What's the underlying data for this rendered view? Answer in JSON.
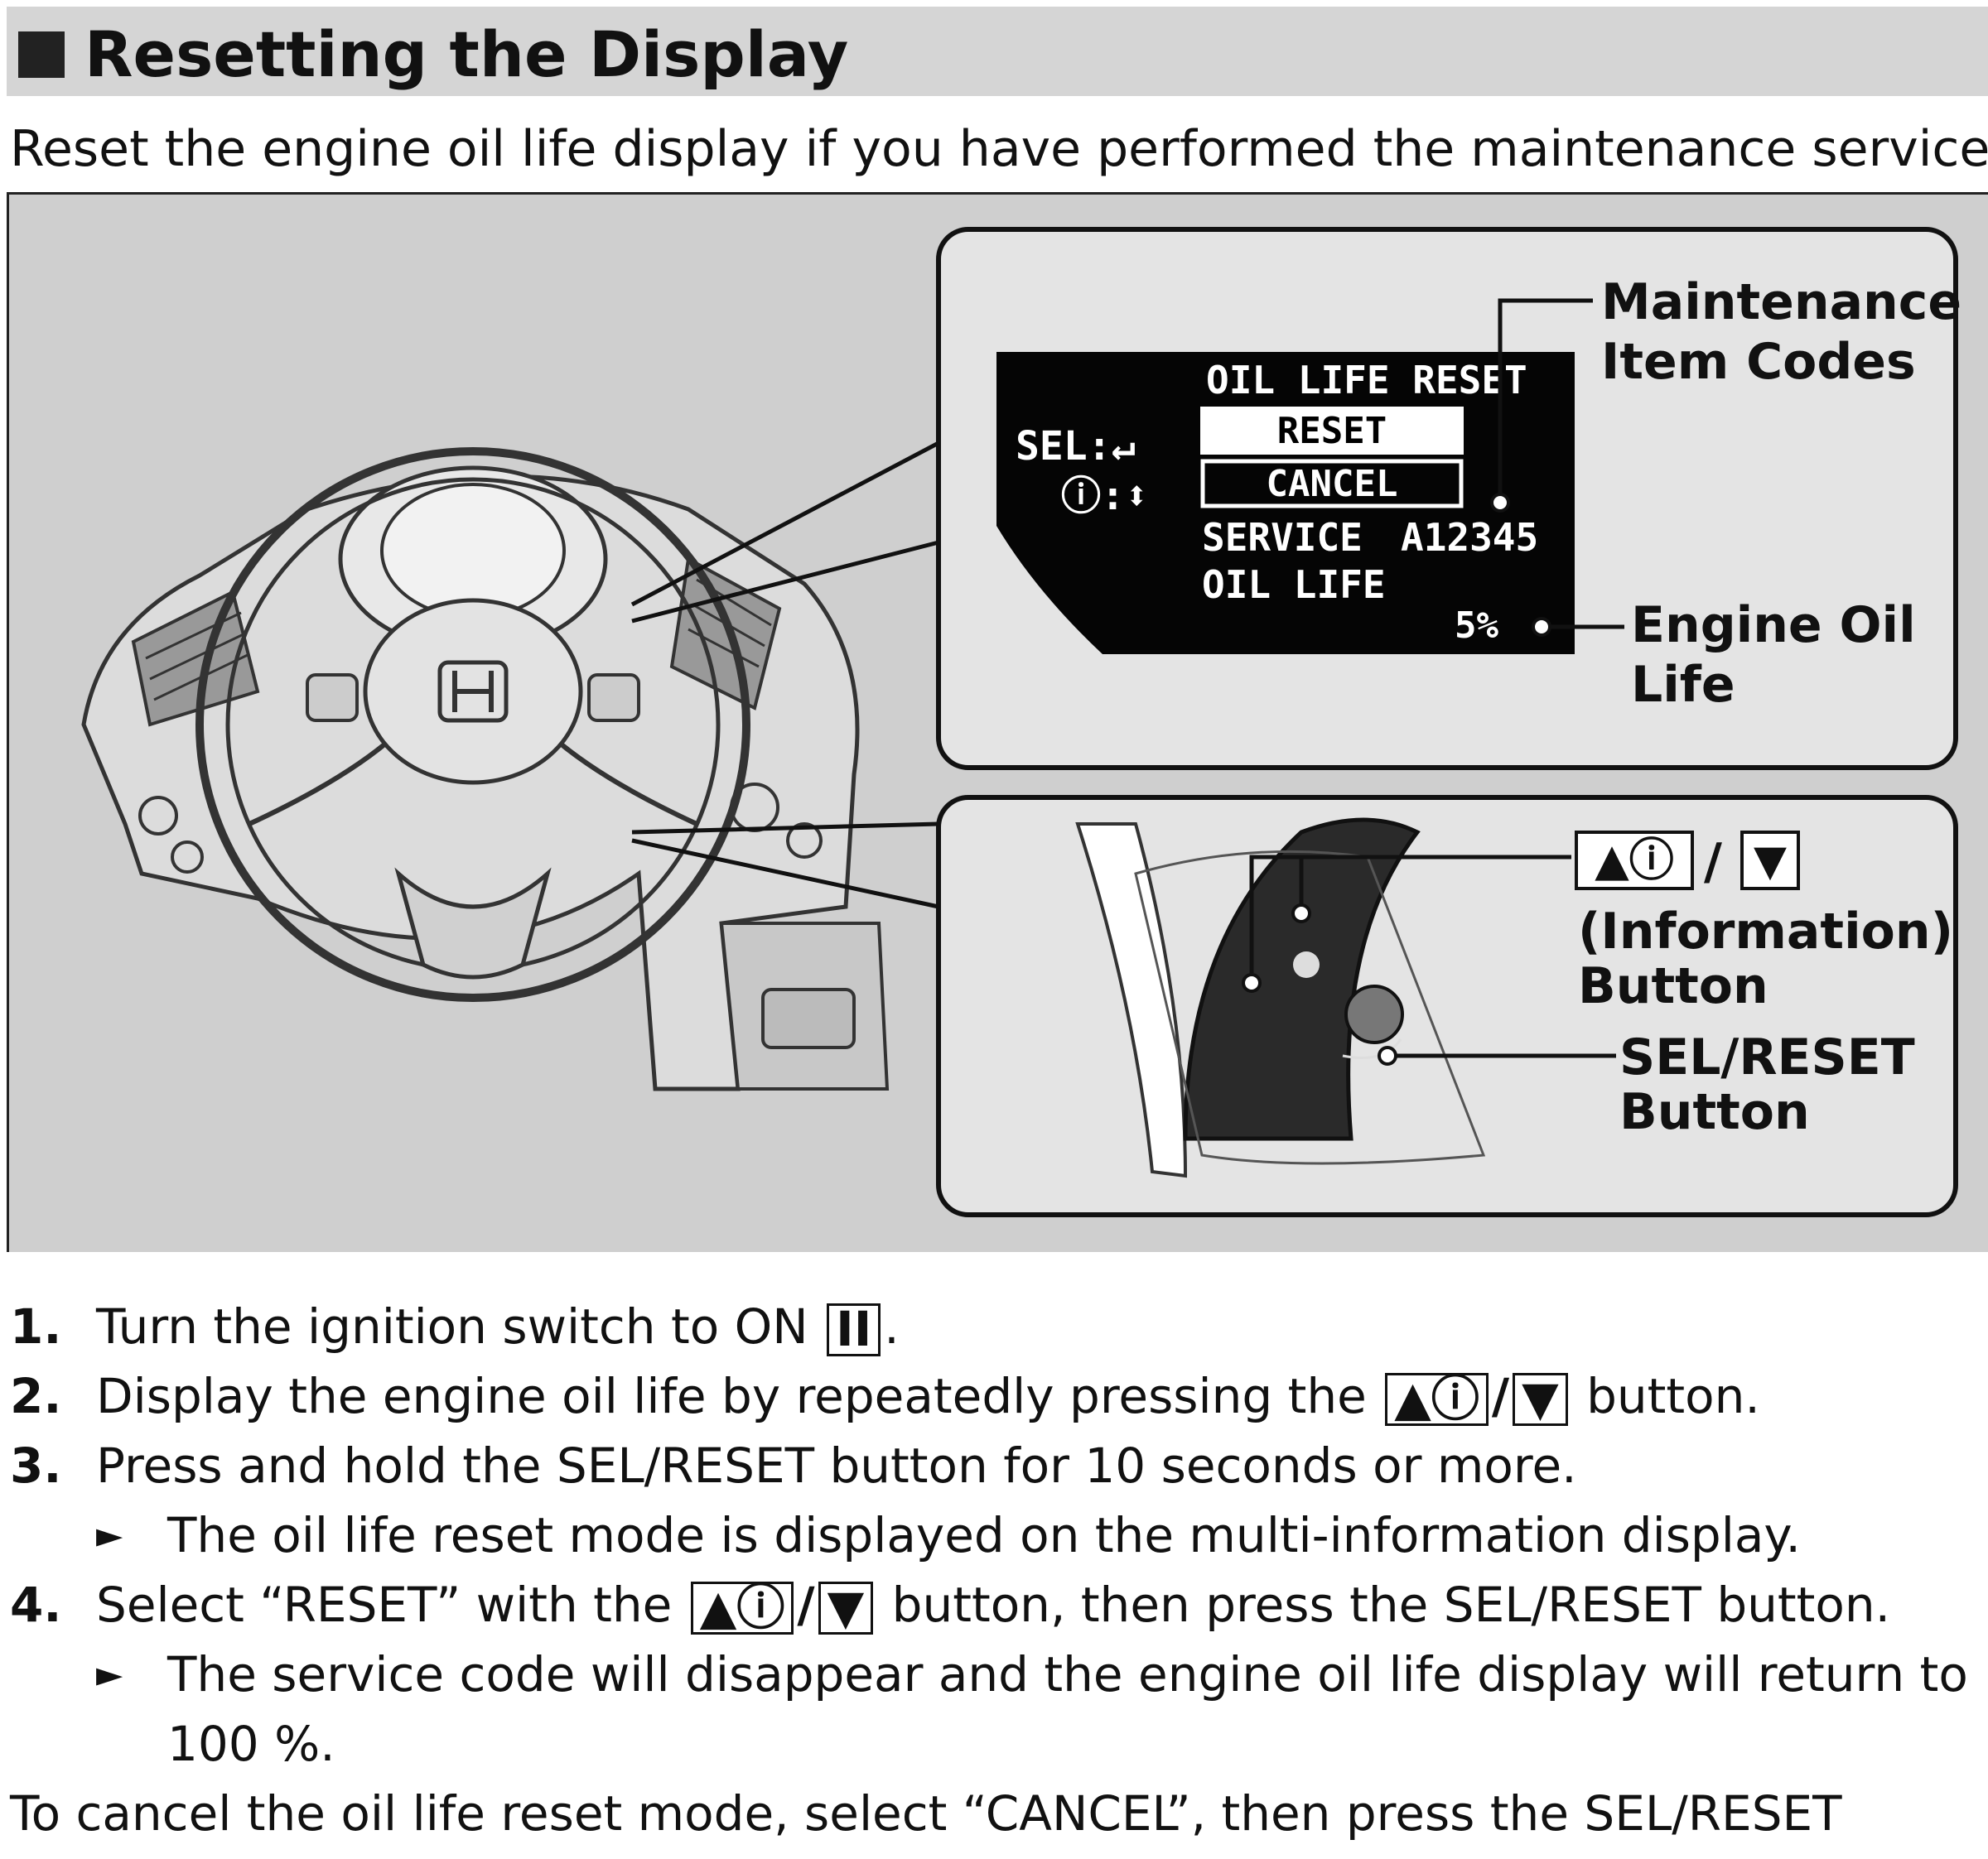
{
  "header": {
    "title": "Resetting the Display"
  },
  "intro": "Reset the engine oil life display if you have performed the maintenance service.",
  "figure": {
    "display": {
      "title": "OIL LIFE RESET",
      "sel_label": "SEL:↵",
      "info_label": "ⓘ:⬍",
      "reset_option": "RESET",
      "cancel_option": "CANCEL",
      "service_label": "SERVICE",
      "service_code": "A12345",
      "oil_life_label": "OIL LIFE",
      "oil_life_value": "5%"
    },
    "callouts": {
      "maintenance_line1": "Maintenance",
      "maintenance_line2": "Item Codes",
      "engine_oil_line1": "Engine Oil",
      "engine_oil_line2": "Life",
      "info_button_line1": "(Information)",
      "info_button_line2": "Button",
      "sel_reset_line1": "SEL/RESET",
      "sel_reset_line2": "Button"
    },
    "keys": {
      "up_info": "▲ⓘ",
      "slash": "/",
      "down": "▼"
    }
  },
  "steps": [
    {
      "num": "1.",
      "before": "Turn the ignition switch to ON ",
      "key": "II",
      "after": "."
    },
    {
      "num": "2.",
      "before": "Display the engine oil life by repeatedly pressing the ",
      "after": " button."
    },
    {
      "num": "3.",
      "text": "Press and hold the SEL/RESET button for 10 seconds or more."
    },
    {
      "num": "4.",
      "before": "Select “RESET” with the ",
      "after": " button, then press the SEL/RESET button."
    }
  ],
  "substeps": {
    "step3": "The oil life reset mode is displayed on the multi-information display.",
    "step4_line1": "The service code will disappear and the engine oil life display will return to",
    "step4_line2": "100 %."
  },
  "marker": "►",
  "cancel_note": "To cancel the oil life reset mode, select “CANCEL”, then press the SEL/RESET"
}
